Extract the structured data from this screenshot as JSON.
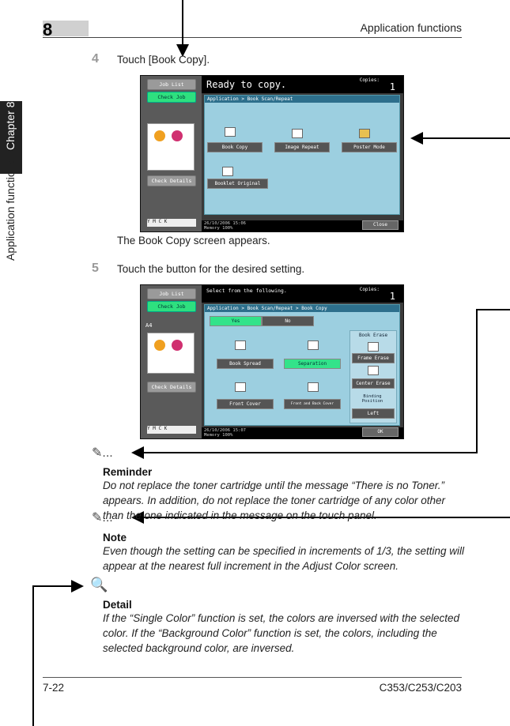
{
  "header": {
    "chapter_num": "8",
    "title": "Application functions"
  },
  "sidebar": {
    "chapter": "Chapter 8",
    "section": "Application functions"
  },
  "step4": {
    "num": "4",
    "text": "Touch [Book Copy].",
    "caption": "The Book Copy screen appears."
  },
  "step5": {
    "num": "5",
    "text": "Touch the button for the desired setting."
  },
  "screen1": {
    "job_list": "Job List",
    "check_job": "Check Job",
    "check_details": "Check Details",
    "status": "Ready to copy.",
    "copies_label": "Copies:",
    "copies": "1",
    "breadcrumb": "Application > Book Scan/Repeat",
    "buttons": [
      "Book Copy",
      "Image Repeat",
      "Poster Mode",
      "Booklet Original"
    ],
    "datetime": "26/10/2006  15:06",
    "memory": "Memory     100%",
    "close": "Close",
    "toner": "Y  M  C  K"
  },
  "screen2": {
    "job_list": "Job List",
    "check_job": "Check Job",
    "check_details": "Check Details",
    "status": "Select from the following.",
    "copies_label": "Copies:",
    "copies": "1",
    "breadcrumb": "Application > Book Scan/Repeat > Book Copy",
    "yes": "Yes",
    "no": "No",
    "buttons": [
      "Book Spread",
      "Separation",
      "Front Cover",
      "Front and Back Cover"
    ],
    "erase_title": "Book Erase",
    "frame_erase": "Frame Erase",
    "center_erase": "Center Erase",
    "binding": "Binding Position",
    "binding_val": "Left",
    "paper": "A4",
    "datetime": "26/10/2006  15:07",
    "memory": "Memory     100%",
    "ok": "OK",
    "toner": "Y  M  C  K"
  },
  "notes": [
    {
      "icon": "✎...",
      "head": "Reminder",
      "body": "Do not replace the toner cartridge until the message “There is no Toner.” appears. In addition, do not replace the toner cartridge of any color other than the one indicated in the message on the touch panel."
    },
    {
      "icon": "✎...",
      "head": "Note",
      "body": "Even though the setting can be specified in increments of 1/3, the setting will appear at the nearest full increment in the Adjust Color screen."
    },
    {
      "icon": "🔍",
      "head": "Detail",
      "body": "If the “Single Color” function is set, the colors are inversed with the selected color. If the “Background Color” function is set, the colors, including the selected background color, are inversed."
    }
  ],
  "footer": {
    "page": "7-22",
    "model": "C353/C253/C203"
  }
}
